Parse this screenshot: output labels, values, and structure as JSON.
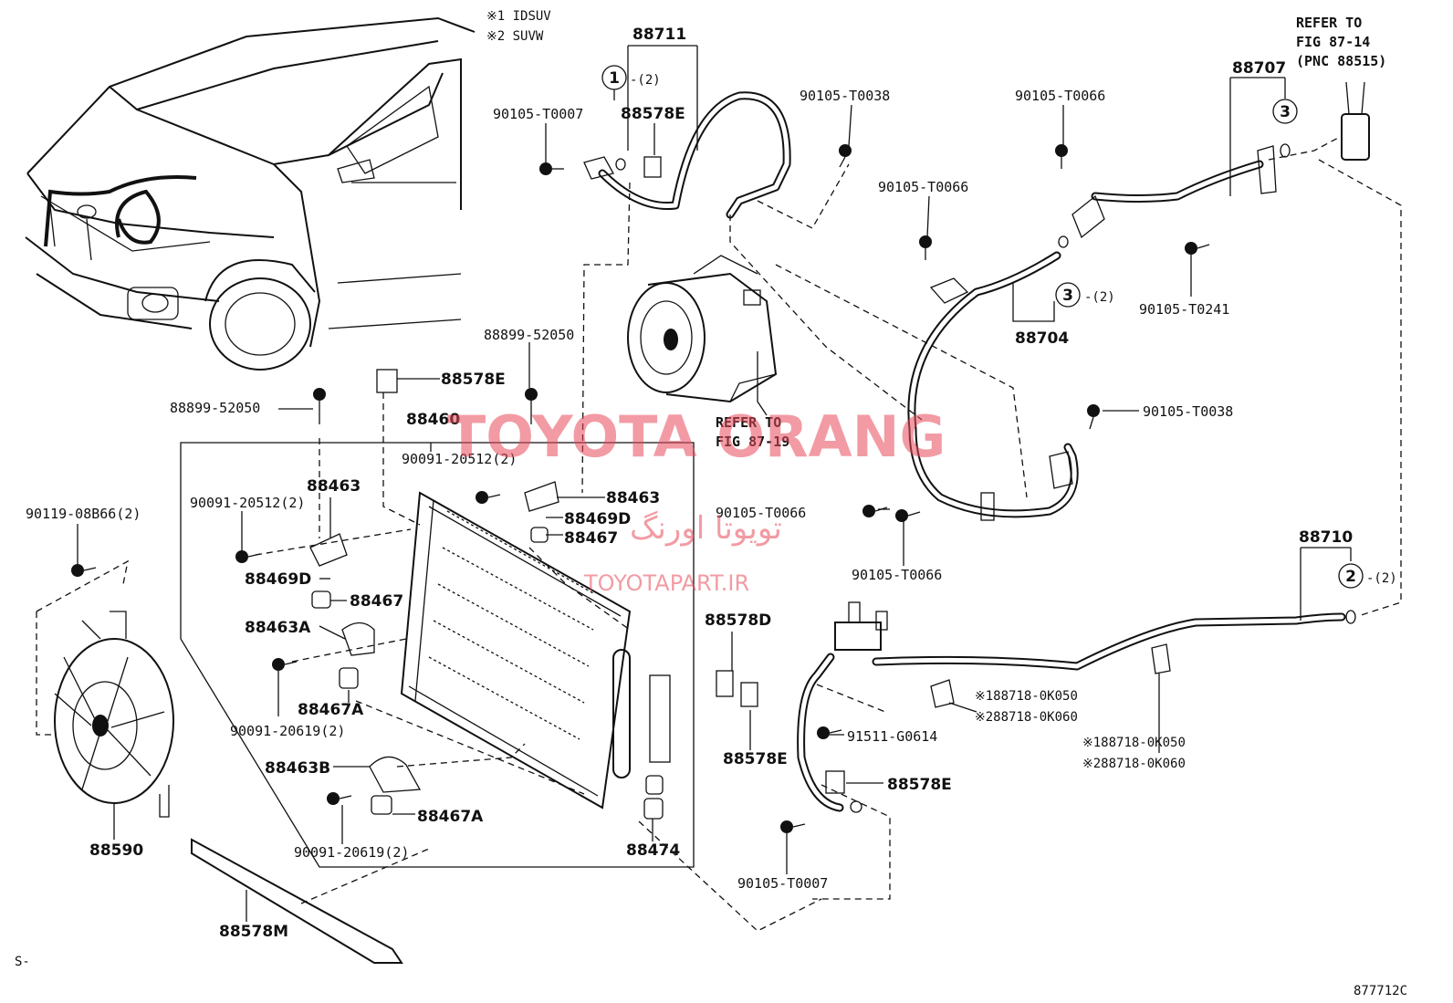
{
  "watermark": {
    "brand": "TOYOTA ORANG",
    "site": "TOYOTAPART.IR",
    "arabic": "تویوتا اورنگ"
  },
  "legend": {
    "note1": "※1 IDSUV",
    "note2": "※2 SUVW"
  },
  "figure_code": "877712C",
  "corner_mark": "S-",
  "refer": {
    "a_l1": "REFER TO",
    "a_l2": "FIG 87-14",
    "a_l3": "(PNC 88515)",
    "b_l1": "REFER TO",
    "b_l2": "FIG 87-19"
  },
  "callouts": {
    "c1": "1",
    "c1q": "-(2)",
    "c2": "2",
    "c2q": "-(2)",
    "c3a": "3",
    "c3b": "3",
    "c3bq": "-(2)"
  },
  "labels": {
    "p88711": "88711",
    "p90105_T0007_top": "90105-T0007",
    "p88578E_top": "88578E",
    "p90105_T0038_top": "90105-T0038",
    "p90105_T0066_a": "90105-T0066",
    "p90105_T0066_b": "90105-T0066",
    "p88707": "88707",
    "p90105_T0241": "90105-T0241",
    "p88704": "88704",
    "p90105_T0038_mid": "90105-T0038",
    "p90105_T0066_c": "90105-T0066",
    "p90105_T0066_d": "90105-T0066",
    "p88710": "88710",
    "p88899_52050_a": "88899-52050",
    "p88899_52050_b": "88899-52050",
    "p88578E_mid": "88578E",
    "p88460": "88460",
    "p90091_20512_a": "90091-20512(2)",
    "p90091_20512_b": "90091-20512(2)",
    "p88463_a": "88463",
    "p88463_b": "88463",
    "p88469D_a": "88469D",
    "p88469D_b": "88469D",
    "p88467_a": "88467",
    "p88467_b": "88467",
    "p88463A": "88463A",
    "p88467A_a": "88467A",
    "p88467A_b": "88467A",
    "p90091_20619_a": "90091-20619(2)",
    "p90091_20619_b": "90091-20619(2)",
    "p88463B": "88463B",
    "p90119_08B66": "90119-08B66(2)",
    "p88590": "88590",
    "p88578M": "88578M",
    "p88474": "88474",
    "p88578D": "88578D",
    "p88578E_low": "88578E",
    "p88578E_right": "88578E",
    "p91511_G0614": "91511-G0614",
    "p90105_T0007_low": "90105-T0007",
    "p188718_a": "※188718-0K050",
    "p288718_a": "※288718-0K060",
    "p188718_b": "※188718-0K050",
    "p288718_b": "※288718-0K060"
  }
}
